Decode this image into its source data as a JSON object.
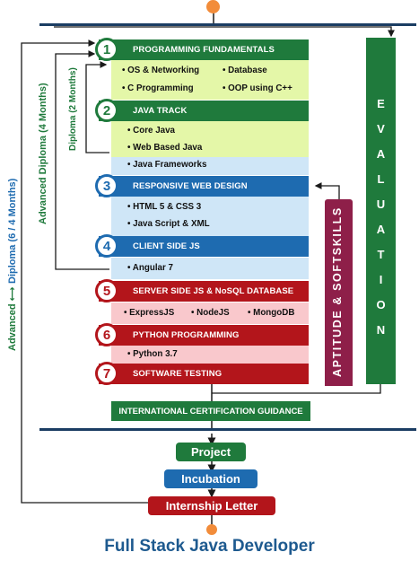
{
  "modules": [
    {
      "number": "1",
      "title": "PROGRAMMING FUNDAMENTALS"
    },
    {
      "number": "2",
      "title": "JAVA TRACK"
    },
    {
      "number": "3",
      "title": "RESPONSIVE WEB DESIGN"
    },
    {
      "number": "4",
      "title": "CLIENT SIDE JS"
    },
    {
      "number": "5",
      "title": "SERVER SIDE JS & NoSQL DATABASE"
    },
    {
      "number": "6",
      "title": "PYTHON PROGRAMMING"
    },
    {
      "number": "7",
      "title": "SOFTWARE TESTING"
    }
  ],
  "topics": {
    "fundamentals": [
      "• OS & Networking",
      "• Database",
      "• C Programming",
      "• OOP using C++"
    ],
    "java": [
      "• Core Java",
      "• Web Based Java",
      "• Java Frameworks"
    ],
    "web": [
      "• HTML 5 & CSS 3",
      "• Java Script & XML"
    ],
    "client": [
      "• Angular 7"
    ],
    "server": [
      "• ExpressJS",
      "• NodeJS",
      "• MongoDB"
    ],
    "python": [
      "• Python 3.7"
    ]
  },
  "side_labels": {
    "diploma": "Diploma (2 Months)",
    "advanced_diploma": "Advanced Diploma (4 Months)",
    "advanced_prefix": "Advanced ⟷",
    "diploma_span": "Diploma (6 / 4 Months)"
  },
  "aptitude": "APTITUDE & SOFTSKILLS",
  "evaluation": [
    "E",
    "V",
    "A",
    "L",
    "U",
    "A",
    "T",
    "I",
    "O",
    "N"
  ],
  "certification": "INTERNATIONAL CERTIFICATION GUIDANCE",
  "stages": [
    "Project",
    "Incubation",
    "Internship Letter"
  ],
  "footer_title": "Full Stack Java Developer",
  "colors": {
    "green": "#1f7a3c",
    "blue": "#1e6bb0",
    "red": "#b3151b",
    "navy": "#1b3d63",
    "aptitude": "#8e1f49",
    "lime_panel": "#e4f7a8",
    "blue_panel": "#cfe6f7",
    "pink_panel": "#f9c8cc",
    "orange_dot": "#f28c3a"
  }
}
